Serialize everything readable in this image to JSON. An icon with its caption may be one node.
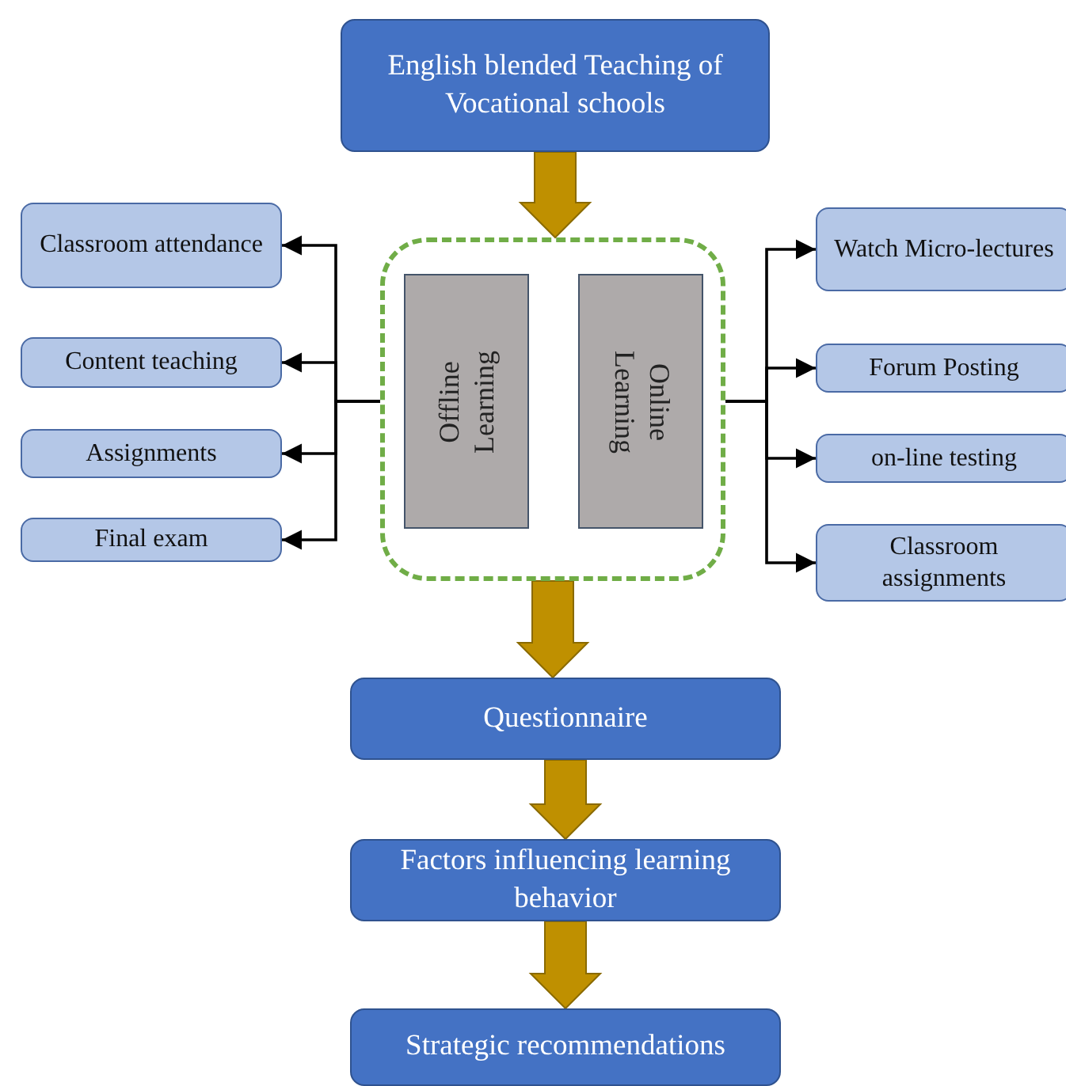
{
  "diagram": {
    "nodes": [
      {
        "text": [
          "English blended Teaching of  Vocational schools"
        ]
      },
      {
        "text": [],
        "shape": "box"
      },
      {
        "text": [
          "Offline Learning"
        ],
        "in": 1
      },
      {
        "text": [
          "Online Learning"
        ],
        "in": 1
      },
      {
        "text": [
          "Classroom attendance"
        ]
      },
      {
        "text": [
          "Content teaching"
        ]
      },
      {
        "text": [
          "Assignments"
        ]
      },
      {
        "text": [
          "Final exam"
        ]
      },
      {
        "text": [
          "Watch Micro-lectures"
        ]
      },
      {
        "text": [
          "Forum Posting"
        ]
      },
      {
        "text": [
          "on-line testing"
        ]
      },
      {
        "text": [
          "Classroom assignments"
        ]
      },
      {
        "text": [
          "Questionnaire"
        ]
      },
      {
        "text": [
          "Factors influencing learning behavior"
        ]
      },
      {
        "text": [
          "Strategic recommendations"
        ]
      }
    ],
    "edges": [
      {
        "from": 0,
        "to": 1,
        "arrow": "to",
        "style": "thick",
        "color": "#bf9000"
      },
      {
        "from": 1,
        "to": 4,
        "arrow": "to"
      },
      {
        "from": 1,
        "to": 5,
        "arrow": "to"
      },
      {
        "from": 1,
        "to": 6,
        "arrow": "to"
      },
      {
        "from": 1,
        "to": 7,
        "arrow": "to"
      },
      {
        "from": 1,
        "to": 8,
        "arrow": "to"
      },
      {
        "from": 1,
        "to": 9,
        "arrow": "to"
      },
      {
        "from": 1,
        "to": 10,
        "arrow": "to"
      },
      {
        "from": 1,
        "to": 11,
        "arrow": "to"
      },
      {
        "from": 1,
        "to": 12,
        "arrow": "to",
        "style": "thick",
        "color": "#bf9000"
      },
      {
        "from": 12,
        "to": 13,
        "arrow": "to",
        "style": "thick",
        "color": "#bf9000"
      },
      {
        "from": 13,
        "to": 14,
        "arrow": "to",
        "style": "thick",
        "color": "#bf9000"
      }
    ]
  }
}
